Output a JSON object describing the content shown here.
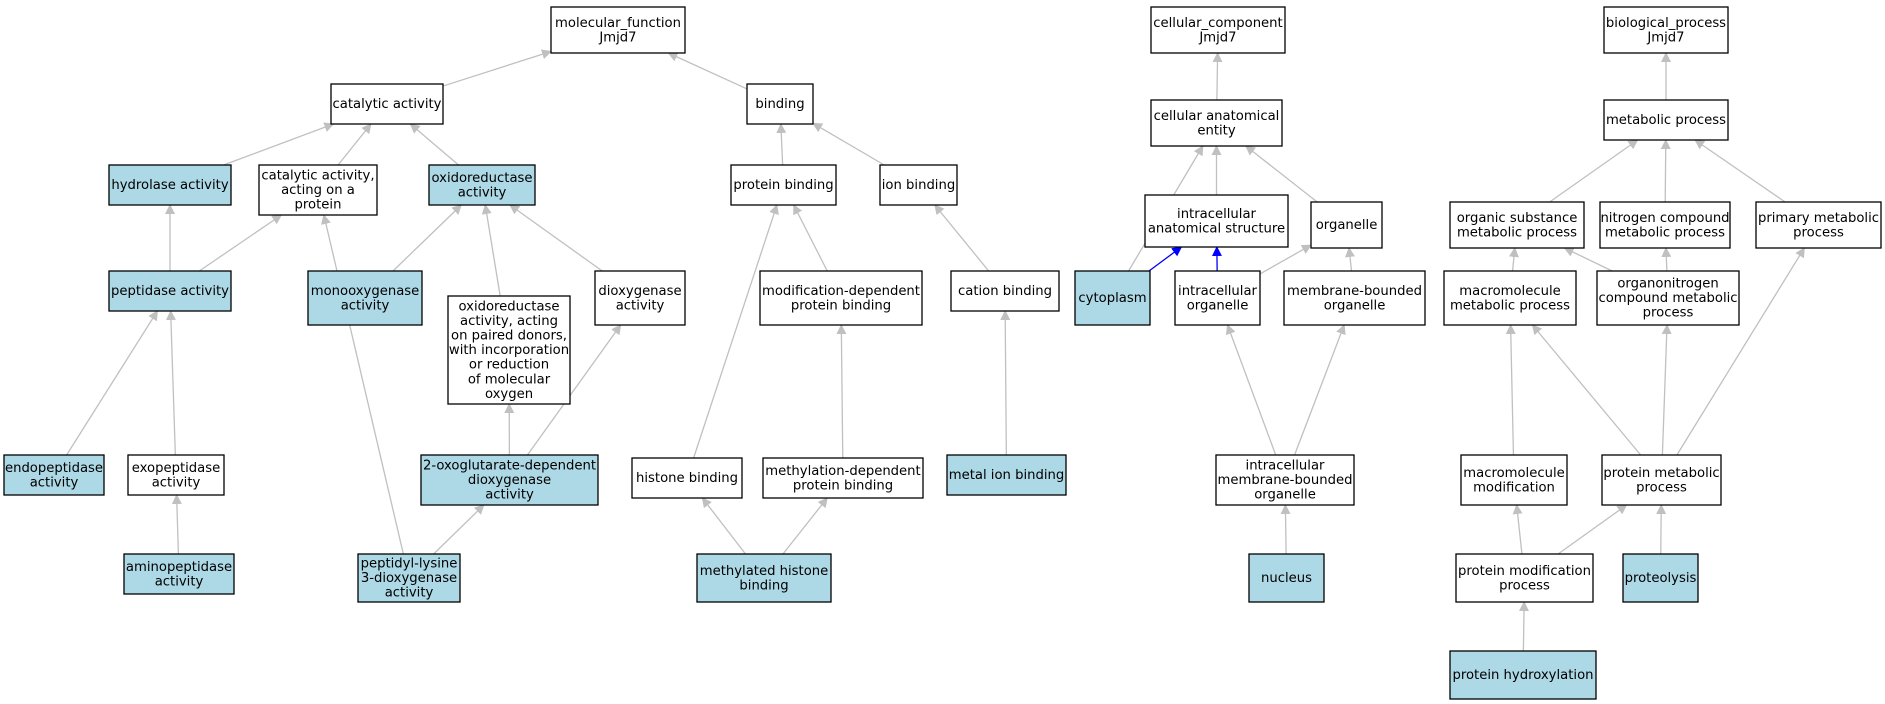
{
  "colors": {
    "highlight_fill": "#add8e6",
    "plain_fill": "#ffffff",
    "border": "#000000",
    "edge_default": "#c0c0c0",
    "edge_highlight": "#0000ff"
  },
  "nodes": [
    {
      "id": "mf",
      "label": [
        "molecular_function",
        "Jmjd7"
      ],
      "highlight": false
    },
    {
      "id": "cat",
      "label": [
        "catalytic activity"
      ],
      "highlight": false
    },
    {
      "id": "bind",
      "label": [
        "binding"
      ],
      "highlight": false
    },
    {
      "id": "hyd",
      "label": [
        "hydrolase activity"
      ],
      "highlight": true
    },
    {
      "id": "catp",
      "label": [
        "catalytic activity,",
        "acting on a",
        "protein"
      ],
      "highlight": false
    },
    {
      "id": "oxi",
      "label": [
        "oxidoreductase",
        "activity"
      ],
      "highlight": true
    },
    {
      "id": "pep",
      "label": [
        "peptidase activity"
      ],
      "highlight": true
    },
    {
      "id": "mono",
      "label": [
        "monooxygenase",
        "activity"
      ],
      "highlight": true
    },
    {
      "id": "oxpd",
      "label": [
        "oxidoreductase",
        "activity, acting",
        "on paired donors,",
        "with incorporation",
        "or reduction",
        "of molecular",
        "oxygen"
      ],
      "highlight": false
    },
    {
      "id": "diox",
      "label": [
        "dioxygenase",
        "activity"
      ],
      "highlight": false
    },
    {
      "id": "endo",
      "label": [
        "endopeptidase",
        "activity"
      ],
      "highlight": true
    },
    {
      "id": "exo",
      "label": [
        "exopeptidase",
        "activity"
      ],
      "highlight": false
    },
    {
      "id": "og",
      "label": [
        "2-oxoglutarate-dependent",
        "dioxygenase",
        "activity"
      ],
      "highlight": true
    },
    {
      "id": "amino",
      "label": [
        "aminopeptidase",
        "activity"
      ],
      "highlight": true
    },
    {
      "id": "plk",
      "label": [
        "peptidyl-lysine",
        "3-dioxygenase",
        "activity"
      ],
      "highlight": true
    },
    {
      "id": "pb",
      "label": [
        "protein binding"
      ],
      "highlight": false
    },
    {
      "id": "ionb",
      "label": [
        "ion binding"
      ],
      "highlight": false
    },
    {
      "id": "moddep",
      "label": [
        "modification-dependent",
        "protein binding"
      ],
      "highlight": false
    },
    {
      "id": "cationb",
      "label": [
        "cation binding"
      ],
      "highlight": false
    },
    {
      "id": "histb",
      "label": [
        "histone binding"
      ],
      "highlight": false
    },
    {
      "id": "methdep",
      "label": [
        "methylation-dependent",
        "protein binding"
      ],
      "highlight": false
    },
    {
      "id": "metalb",
      "label": [
        "metal ion binding"
      ],
      "highlight": true
    },
    {
      "id": "mhb",
      "label": [
        "methylated histone",
        "binding"
      ],
      "highlight": true
    },
    {
      "id": "cc",
      "label": [
        "cellular_component",
        "Jmjd7"
      ],
      "highlight": false
    },
    {
      "id": "cae",
      "label": [
        "cellular anatomical",
        "entity"
      ],
      "highlight": false
    },
    {
      "id": "ias",
      "label": [
        "intracellular",
        "anatomical structure"
      ],
      "highlight": false
    },
    {
      "id": "org",
      "label": [
        "organelle"
      ],
      "highlight": false
    },
    {
      "id": "cyto",
      "label": [
        "cytoplasm"
      ],
      "highlight": true
    },
    {
      "id": "io",
      "label": [
        "intracellular",
        "organelle"
      ],
      "highlight": false
    },
    {
      "id": "mbo",
      "label": [
        "membrane-bounded",
        "organelle"
      ],
      "highlight": false
    },
    {
      "id": "imbo",
      "label": [
        "intracellular",
        "membrane-bounded",
        "organelle"
      ],
      "highlight": false
    },
    {
      "id": "nuc",
      "label": [
        "nucleus"
      ],
      "highlight": true
    },
    {
      "id": "bp",
      "label": [
        "biological_process",
        "Jmjd7"
      ],
      "highlight": false
    },
    {
      "id": "mp",
      "label": [
        "metabolic process"
      ],
      "highlight": false
    },
    {
      "id": "osmp",
      "label": [
        "organic substance",
        "metabolic process"
      ],
      "highlight": false
    },
    {
      "id": "ncmp",
      "label": [
        "nitrogen compound",
        "metabolic process"
      ],
      "highlight": false
    },
    {
      "id": "pmp",
      "label": [
        "primary metabolic",
        "process"
      ],
      "highlight": false
    },
    {
      "id": "mmp",
      "label": [
        "macromolecule",
        "metabolic process"
      ],
      "highlight": false
    },
    {
      "id": "ocmp",
      "label": [
        "organonitrogen",
        "compound metabolic",
        "process"
      ],
      "highlight": false
    },
    {
      "id": "mm",
      "label": [
        "macromolecule",
        "modification"
      ],
      "highlight": false
    },
    {
      "id": "protmp",
      "label": [
        "protein metabolic",
        "process"
      ],
      "highlight": false
    },
    {
      "id": "pmod",
      "label": [
        "protein modification",
        "process"
      ],
      "highlight": false
    },
    {
      "id": "prot",
      "label": [
        "proteolysis"
      ],
      "highlight": true
    },
    {
      "id": "phyd",
      "label": [
        "protein hydroxylation"
      ],
      "highlight": true
    }
  ],
  "edges": [
    {
      "from": "cat",
      "to": "mf",
      "highlight": false
    },
    {
      "from": "bind",
      "to": "mf",
      "highlight": false
    },
    {
      "from": "hyd",
      "to": "cat",
      "highlight": false
    },
    {
      "from": "catp",
      "to": "cat",
      "highlight": false
    },
    {
      "from": "oxi",
      "to": "cat",
      "highlight": false
    },
    {
      "from": "pep",
      "to": "hyd",
      "highlight": false
    },
    {
      "from": "pep",
      "to": "catp",
      "highlight": false
    },
    {
      "from": "plk",
      "to": "catp",
      "highlight": false
    },
    {
      "from": "mono",
      "to": "oxi",
      "highlight": false
    },
    {
      "from": "oxpd",
      "to": "oxi",
      "highlight": false
    },
    {
      "from": "diox",
      "to": "oxi",
      "highlight": false
    },
    {
      "from": "endo",
      "to": "pep",
      "highlight": false
    },
    {
      "from": "exo",
      "to": "pep",
      "highlight": false
    },
    {
      "from": "amino",
      "to": "exo",
      "highlight": false
    },
    {
      "from": "og",
      "to": "oxpd",
      "highlight": false
    },
    {
      "from": "og",
      "to": "diox",
      "highlight": false
    },
    {
      "from": "plk",
      "to": "og",
      "highlight": false
    },
    {
      "from": "pb",
      "to": "bind",
      "highlight": false
    },
    {
      "from": "ionb",
      "to": "bind",
      "highlight": false
    },
    {
      "from": "moddep",
      "to": "pb",
      "highlight": false
    },
    {
      "from": "histb",
      "to": "pb",
      "highlight": false
    },
    {
      "from": "cationb",
      "to": "ionb",
      "highlight": false
    },
    {
      "from": "methdep",
      "to": "moddep",
      "highlight": false
    },
    {
      "from": "metalb",
      "to": "cationb",
      "highlight": false
    },
    {
      "from": "mhb",
      "to": "histb",
      "highlight": false
    },
    {
      "from": "mhb",
      "to": "methdep",
      "highlight": false
    },
    {
      "from": "cae",
      "to": "cc",
      "highlight": false
    },
    {
      "from": "ias",
      "to": "cae",
      "highlight": false
    },
    {
      "from": "org",
      "to": "cae",
      "highlight": false
    },
    {
      "from": "cyto",
      "to": "cae",
      "highlight": false
    },
    {
      "from": "cyto",
      "to": "ias",
      "highlight": true
    },
    {
      "from": "io",
      "to": "ias",
      "highlight": true
    },
    {
      "from": "io",
      "to": "org",
      "highlight": false
    },
    {
      "from": "mbo",
      "to": "org",
      "highlight": false
    },
    {
      "from": "imbo",
      "to": "io",
      "highlight": false
    },
    {
      "from": "imbo",
      "to": "mbo",
      "highlight": false
    },
    {
      "from": "nuc",
      "to": "imbo",
      "highlight": false
    },
    {
      "from": "mp",
      "to": "bp",
      "highlight": false
    },
    {
      "from": "osmp",
      "to": "mp",
      "highlight": false
    },
    {
      "from": "ncmp",
      "to": "mp",
      "highlight": false
    },
    {
      "from": "pmp",
      "to": "mp",
      "highlight": false
    },
    {
      "from": "mmp",
      "to": "osmp",
      "highlight": false
    },
    {
      "from": "ocmp",
      "to": "osmp",
      "highlight": false
    },
    {
      "from": "ocmp",
      "to": "ncmp",
      "highlight": false
    },
    {
      "from": "mm",
      "to": "mmp",
      "highlight": false
    },
    {
      "from": "protmp",
      "to": "mmp",
      "highlight": false
    },
    {
      "from": "protmp",
      "to": "ocmp",
      "highlight": false
    },
    {
      "from": "protmp",
      "to": "pmp",
      "highlight": false
    },
    {
      "from": "pmod",
      "to": "mm",
      "highlight": false
    },
    {
      "from": "pmod",
      "to": "protmp",
      "highlight": false
    },
    {
      "from": "prot",
      "to": "protmp",
      "highlight": false
    },
    {
      "from": "phyd",
      "to": "pmod",
      "highlight": false
    }
  ]
}
